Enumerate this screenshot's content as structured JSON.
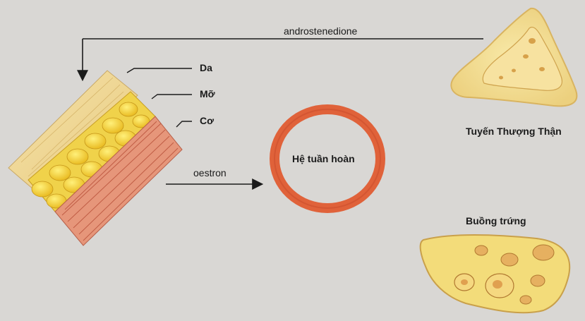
{
  "diagram": {
    "labels": {
      "androstenedione": "androstenedione",
      "skin": "Da",
      "fat": "Mỡ",
      "muscle": "Cơ",
      "oestron": "oestron",
      "circulation": "Hệ tuần hoàn",
      "adrenal": "Tuyến Thượng Thận",
      "ovary": "Buồng trứng"
    },
    "colors": {
      "background": "#d9d7d4",
      "arrow": "#1b1b1b",
      "ring": "#e0623a",
      "fat_cell": "#f2cf2a",
      "muscle": "#e08a6a",
      "skin": "#f0dca0",
      "gland_fill": "#f5e6a6"
    },
    "icons": [
      "tissue-block-icon",
      "circulation-ring-icon",
      "adrenal-gland-icon",
      "ovary-icon"
    ]
  }
}
